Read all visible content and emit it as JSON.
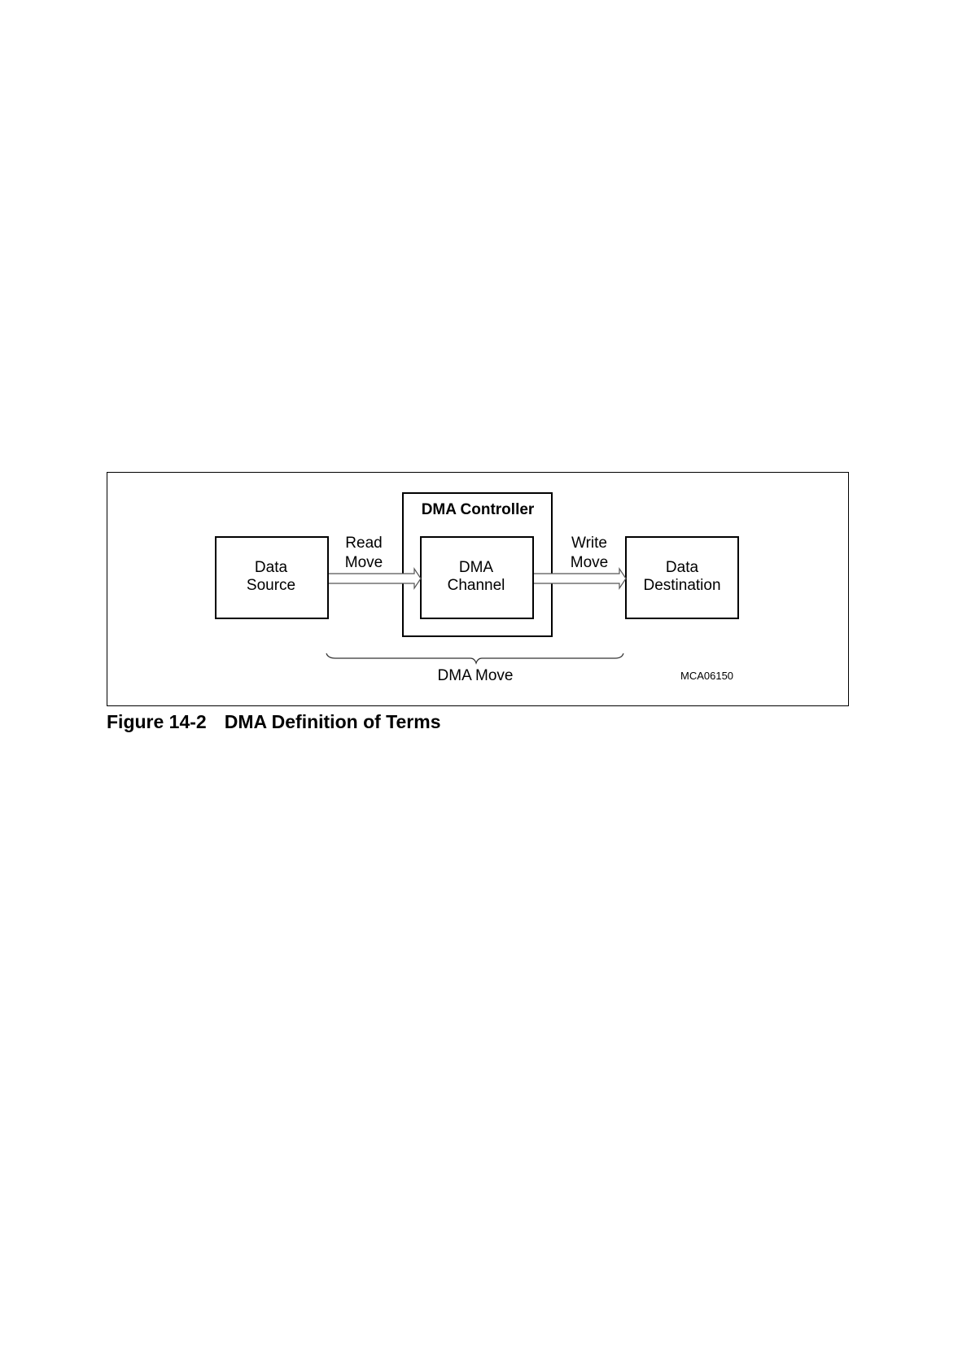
{
  "figure": {
    "controller_label": "DMA Controller",
    "source_label": [
      "Data",
      "Source"
    ],
    "channel_label": [
      "DMA",
      "Channel"
    ],
    "destination_label": [
      "Data",
      "Destination"
    ],
    "read_move_label": [
      "Read",
      "Move"
    ],
    "write_move_label": [
      "Write",
      "Move"
    ],
    "dma_move_label": "DMA Move",
    "figure_code": "MCA06150"
  },
  "caption": {
    "number": "Figure 14-2",
    "title": "DMA Definition of Terms"
  }
}
